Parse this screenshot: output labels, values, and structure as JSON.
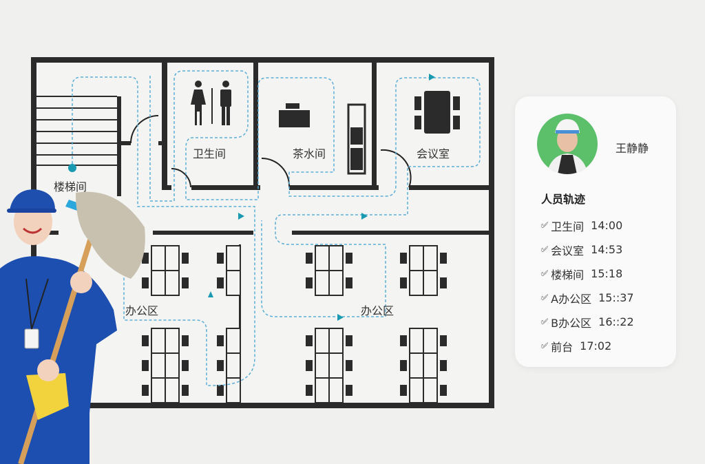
{
  "floor_plan": {
    "rooms": {
      "stairs": "楼梯间",
      "restroom": "卫生间",
      "tea_room": "茶水间",
      "meeting_room": "会议室",
      "office_a": "办公区",
      "office_b": "办公区"
    },
    "colors": {
      "wall": "#2b2b2b",
      "path": "#5aaed6",
      "arrow": "#1a9ab0",
      "floor": "#efefee"
    }
  },
  "person_card": {
    "name": "王静静",
    "track_title": "人员轨迹",
    "track": [
      {
        "place": "卫生间",
        "time": "14:00"
      },
      {
        "place": "会议室",
        "time": "14:53"
      },
      {
        "place": "楼梯间",
        "time": "15:18"
      },
      {
        "place": "A办公区",
        "time": "15::37"
      },
      {
        "place": "B办公区",
        "time": "16::22"
      },
      {
        "place": "前台",
        "time": "17:02"
      }
    ]
  }
}
